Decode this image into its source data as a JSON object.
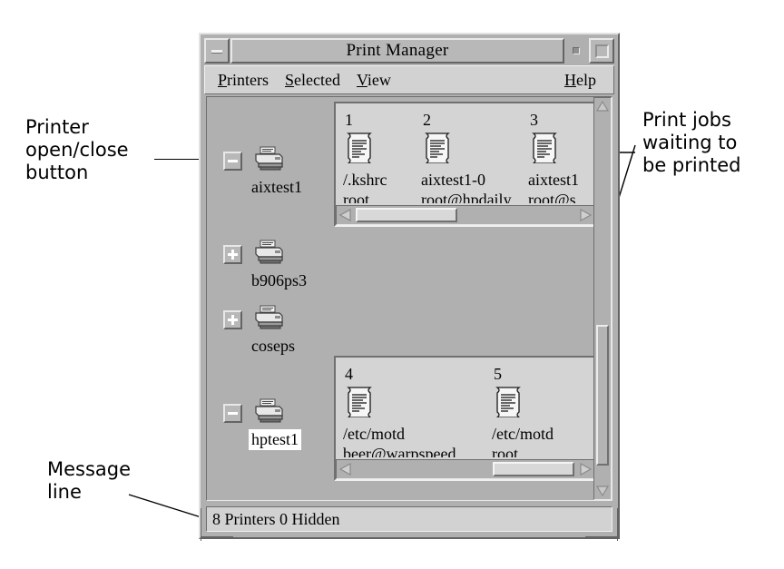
{
  "window": {
    "title": "Print Manager",
    "controls": {
      "minimize": "minimize-button",
      "lower": "lower-button",
      "maximize": "maximize-button"
    }
  },
  "menubar": {
    "items": [
      {
        "label": "Printers",
        "mnemonic": "P",
        "rest": "rinters"
      },
      {
        "label": "Selected",
        "mnemonic": "S",
        "rest": "elected"
      },
      {
        "label": "View",
        "mnemonic": "V",
        "rest": "iew"
      }
    ],
    "help": {
      "label": "Help",
      "mnemonic": "H",
      "rest": "elp"
    }
  },
  "printers": [
    {
      "name": "aixtest1",
      "state": "open",
      "toggle": "minus",
      "selected": false
    },
    {
      "name": "b906ps3",
      "state": "closed",
      "toggle": "plus",
      "selected": false
    },
    {
      "name": "coseps",
      "state": "closed",
      "toggle": "plus",
      "selected": false
    },
    {
      "name": "hptest1",
      "state": "open",
      "toggle": "minus",
      "selected": true
    }
  ],
  "job_panels": [
    {
      "printer": "aixtest1",
      "jobs": [
        {
          "number": "1",
          "title": "/.kshrc",
          "owner": "root"
        },
        {
          "number": "2",
          "title": "aixtest1-0",
          "owner": "root@hpdaily"
        },
        {
          "number": "3",
          "title": "aixtest1",
          "owner": "root@s"
        }
      ],
      "scroll": {
        "thumb_position": "left"
      }
    },
    {
      "printer": "hptest1",
      "jobs": [
        {
          "number": "4",
          "title": "/etc/motd",
          "owner": "beer@warpspeed"
        },
        {
          "number": "5",
          "title": "/etc/motd",
          "owner": "root"
        }
      ],
      "scroll": {
        "thumb_position": "right"
      }
    }
  ],
  "statusline": {
    "text": "8 Printers 0 Hidden"
  },
  "annotations": [
    {
      "id": "printer-open-close",
      "lines": [
        "Printer",
        "open/close",
        "button"
      ]
    },
    {
      "id": "print-jobs-waiting",
      "lines": [
        "Print jobs",
        "waiting to",
        "be printed"
      ]
    },
    {
      "id": "message-line",
      "lines": [
        "Message",
        "line"
      ]
    }
  ],
  "colors": {
    "window_bg": "#b0b0b0",
    "panel_bg": "#d4d4d4",
    "menu_bg": "#d2d2d2",
    "selection_bg": "#ffffff",
    "text": "#000000"
  }
}
